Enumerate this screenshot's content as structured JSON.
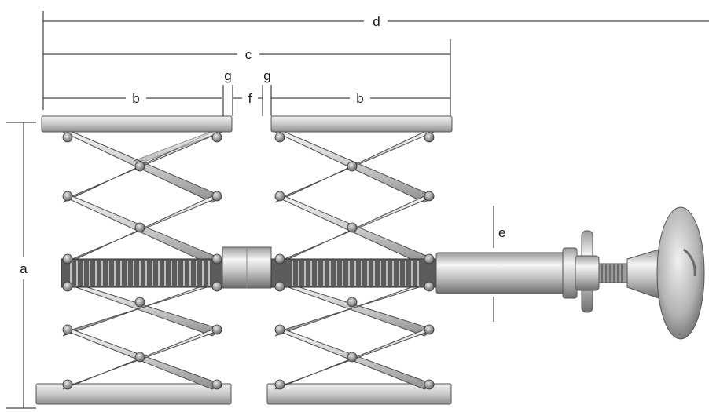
{
  "diagram": {
    "dimension_labels": {
      "a": "a",
      "b_left": "b",
      "b_right": "b",
      "c": "c",
      "d": "d",
      "e": "e",
      "f": "f",
      "g_left": "g",
      "g_right": "g"
    },
    "colors": {
      "dimension_line": "#1a1a1a",
      "metal_light": "#d9d9d9",
      "metal_mid": "#a9a9a9",
      "metal_dark": "#6a6a6a",
      "spring": "#444444"
    }
  }
}
